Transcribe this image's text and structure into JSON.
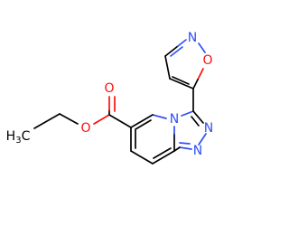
{
  "molecule": {
    "colors": {
      "bond": "#000000",
      "oxygen": "#ff0d0d",
      "nitrogen": "#3050f8",
      "carbon": "#000000"
    },
    "labels": {
      "carbonyl_o": "O",
      "ester_o": "O",
      "methyl_c": "C",
      "methyl_h": "H",
      "methyl_sub": "3",
      "isoxazole_n": "N",
      "isoxazole_o": "O",
      "ring_n_bridge": "N",
      "triazole_n1": "N",
      "triazole_n2": "N"
    }
  }
}
